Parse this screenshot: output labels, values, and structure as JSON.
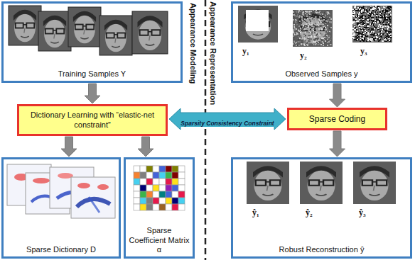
{
  "diagram": {
    "nodes": [
      {
        "text": [
          "Training Samples Y"
        ]
      },
      {
        "text": [
          "Observed Samples y"
        ]
      },
      {
        "text": [
          "Dictionary Learning with “elastic-net constraint”"
        ]
      },
      {
        "text": [
          "Sparse Coding"
        ]
      },
      {
        "text": [
          "Sparse Dictionary D"
        ]
      },
      {
        "text": [
          "Sparse Coefficient Matrix α"
        ]
      },
      {
        "text": [
          "Robust Reconstruction ŷ"
        ]
      }
    ],
    "edges": [
      {
        "from": 0,
        "to": 2,
        "arrow": "to"
      },
      {
        "from": 1,
        "to": 3,
        "arrow": "to"
      },
      {
        "from": 2,
        "to": 3,
        "arrow": "both",
        "label": "Sparsity Consistency Constraint"
      },
      {
        "from": 2,
        "to": 4,
        "arrow": "to"
      },
      {
        "from": 2,
        "to": 5,
        "arrow": "to"
      },
      {
        "from": 3,
        "to": 6,
        "arrow": "to"
      }
    ],
    "labels": [
      "Appearance Modeling",
      "Appearance Representation",
      "y₁",
      "y₂",
      "y₃",
      "ŷ₁",
      "ŷ₂",
      "ŷ₃"
    ]
  }
}
